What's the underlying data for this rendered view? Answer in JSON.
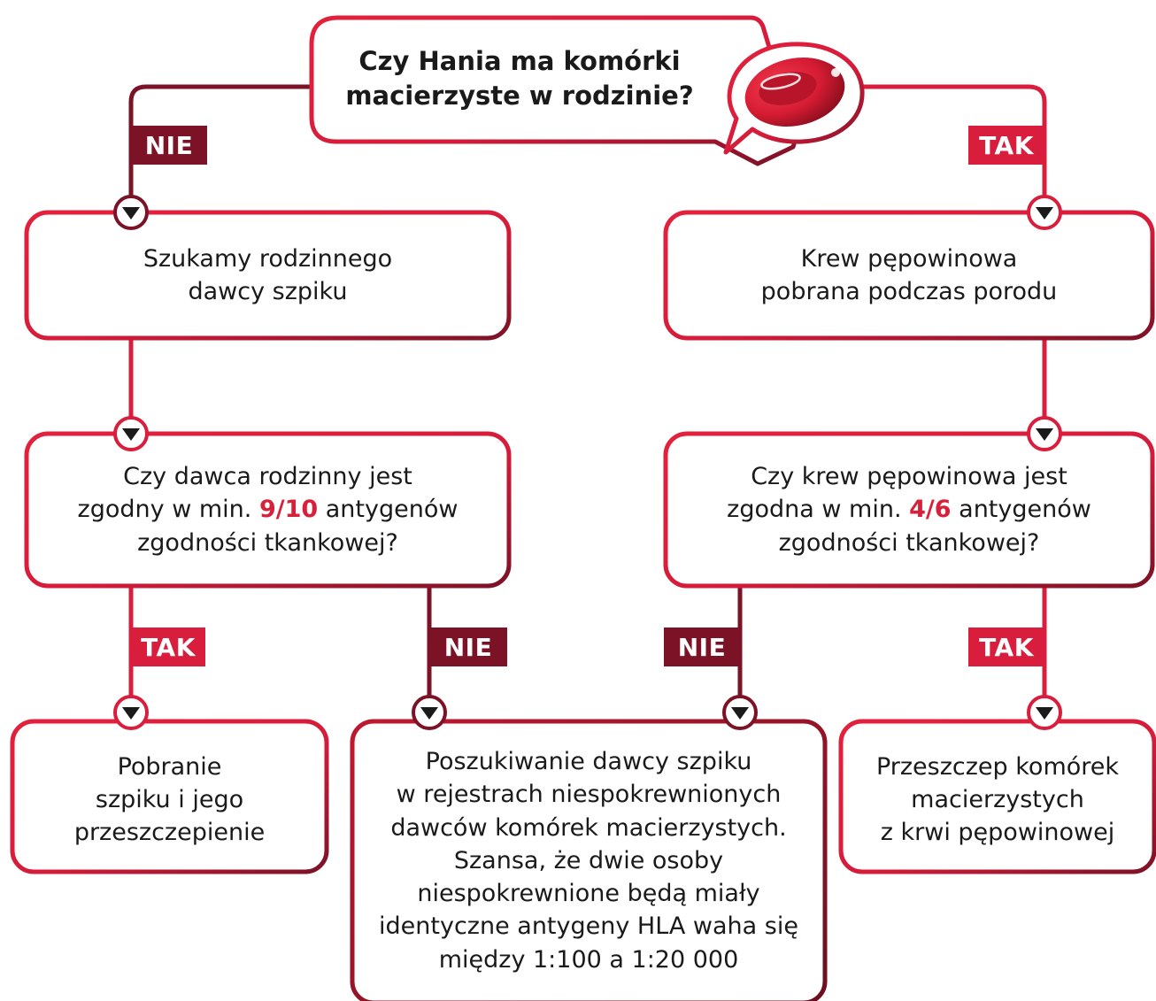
{
  "question_title": [
    "Czy Hania ma komórki",
    "macierzyste w rodzinie?"
  ],
  "labels": {
    "top_no": "NIE",
    "top_yes": "TAK",
    "left_yes": "TAK",
    "left_no": "NIE",
    "right_no": "NIE",
    "right_yes": "TAK"
  },
  "boxes": {
    "family_donor": [
      "Szukamy rodzinnego",
      "dawcy szpiku"
    ],
    "cord_blood": [
      "Krew pępowinowa",
      "pobrana podczas porodu"
    ],
    "family_match_q": {
      "line1": "Czy dawca rodzinny jest",
      "line2_pre": "zgodny w min. ",
      "line2_hl": "9/10",
      "line2_post": " antygenów",
      "line3": "zgodności tkankowej?"
    },
    "cord_match_q": {
      "line1": "Czy krew pępowinowa jest",
      "line2_pre": "zgodna w min. ",
      "line2_hl": "4/6",
      "line2_post": " antygenów",
      "line3": "zgodności tkankowej?"
    },
    "marrow_harvest": [
      "Pobranie",
      "szpiku i jego",
      "przeszczepienie"
    ],
    "unrelated_search": [
      "Poszukiwanie dawcy szpiku",
      "w rejestrach niespokrewnionych",
      "dawców komórek macierzystych.",
      "Szansa, że dwie osoby",
      "niespokrewnione będą miały",
      "identyczne antygeny HLA waha się",
      "między 1:100 a 1:20 000"
    ],
    "cord_transplant": [
      "Przeszczep komórek",
      "macierzystych",
      "z krwi pępowinowej"
    ]
  },
  "colors": {
    "red": "#d81e3c",
    "dark_red": "#7c1226",
    "highlight": "#d9203a"
  },
  "icons": [
    "blood-cell-icon",
    "arrow-down-icon"
  ]
}
